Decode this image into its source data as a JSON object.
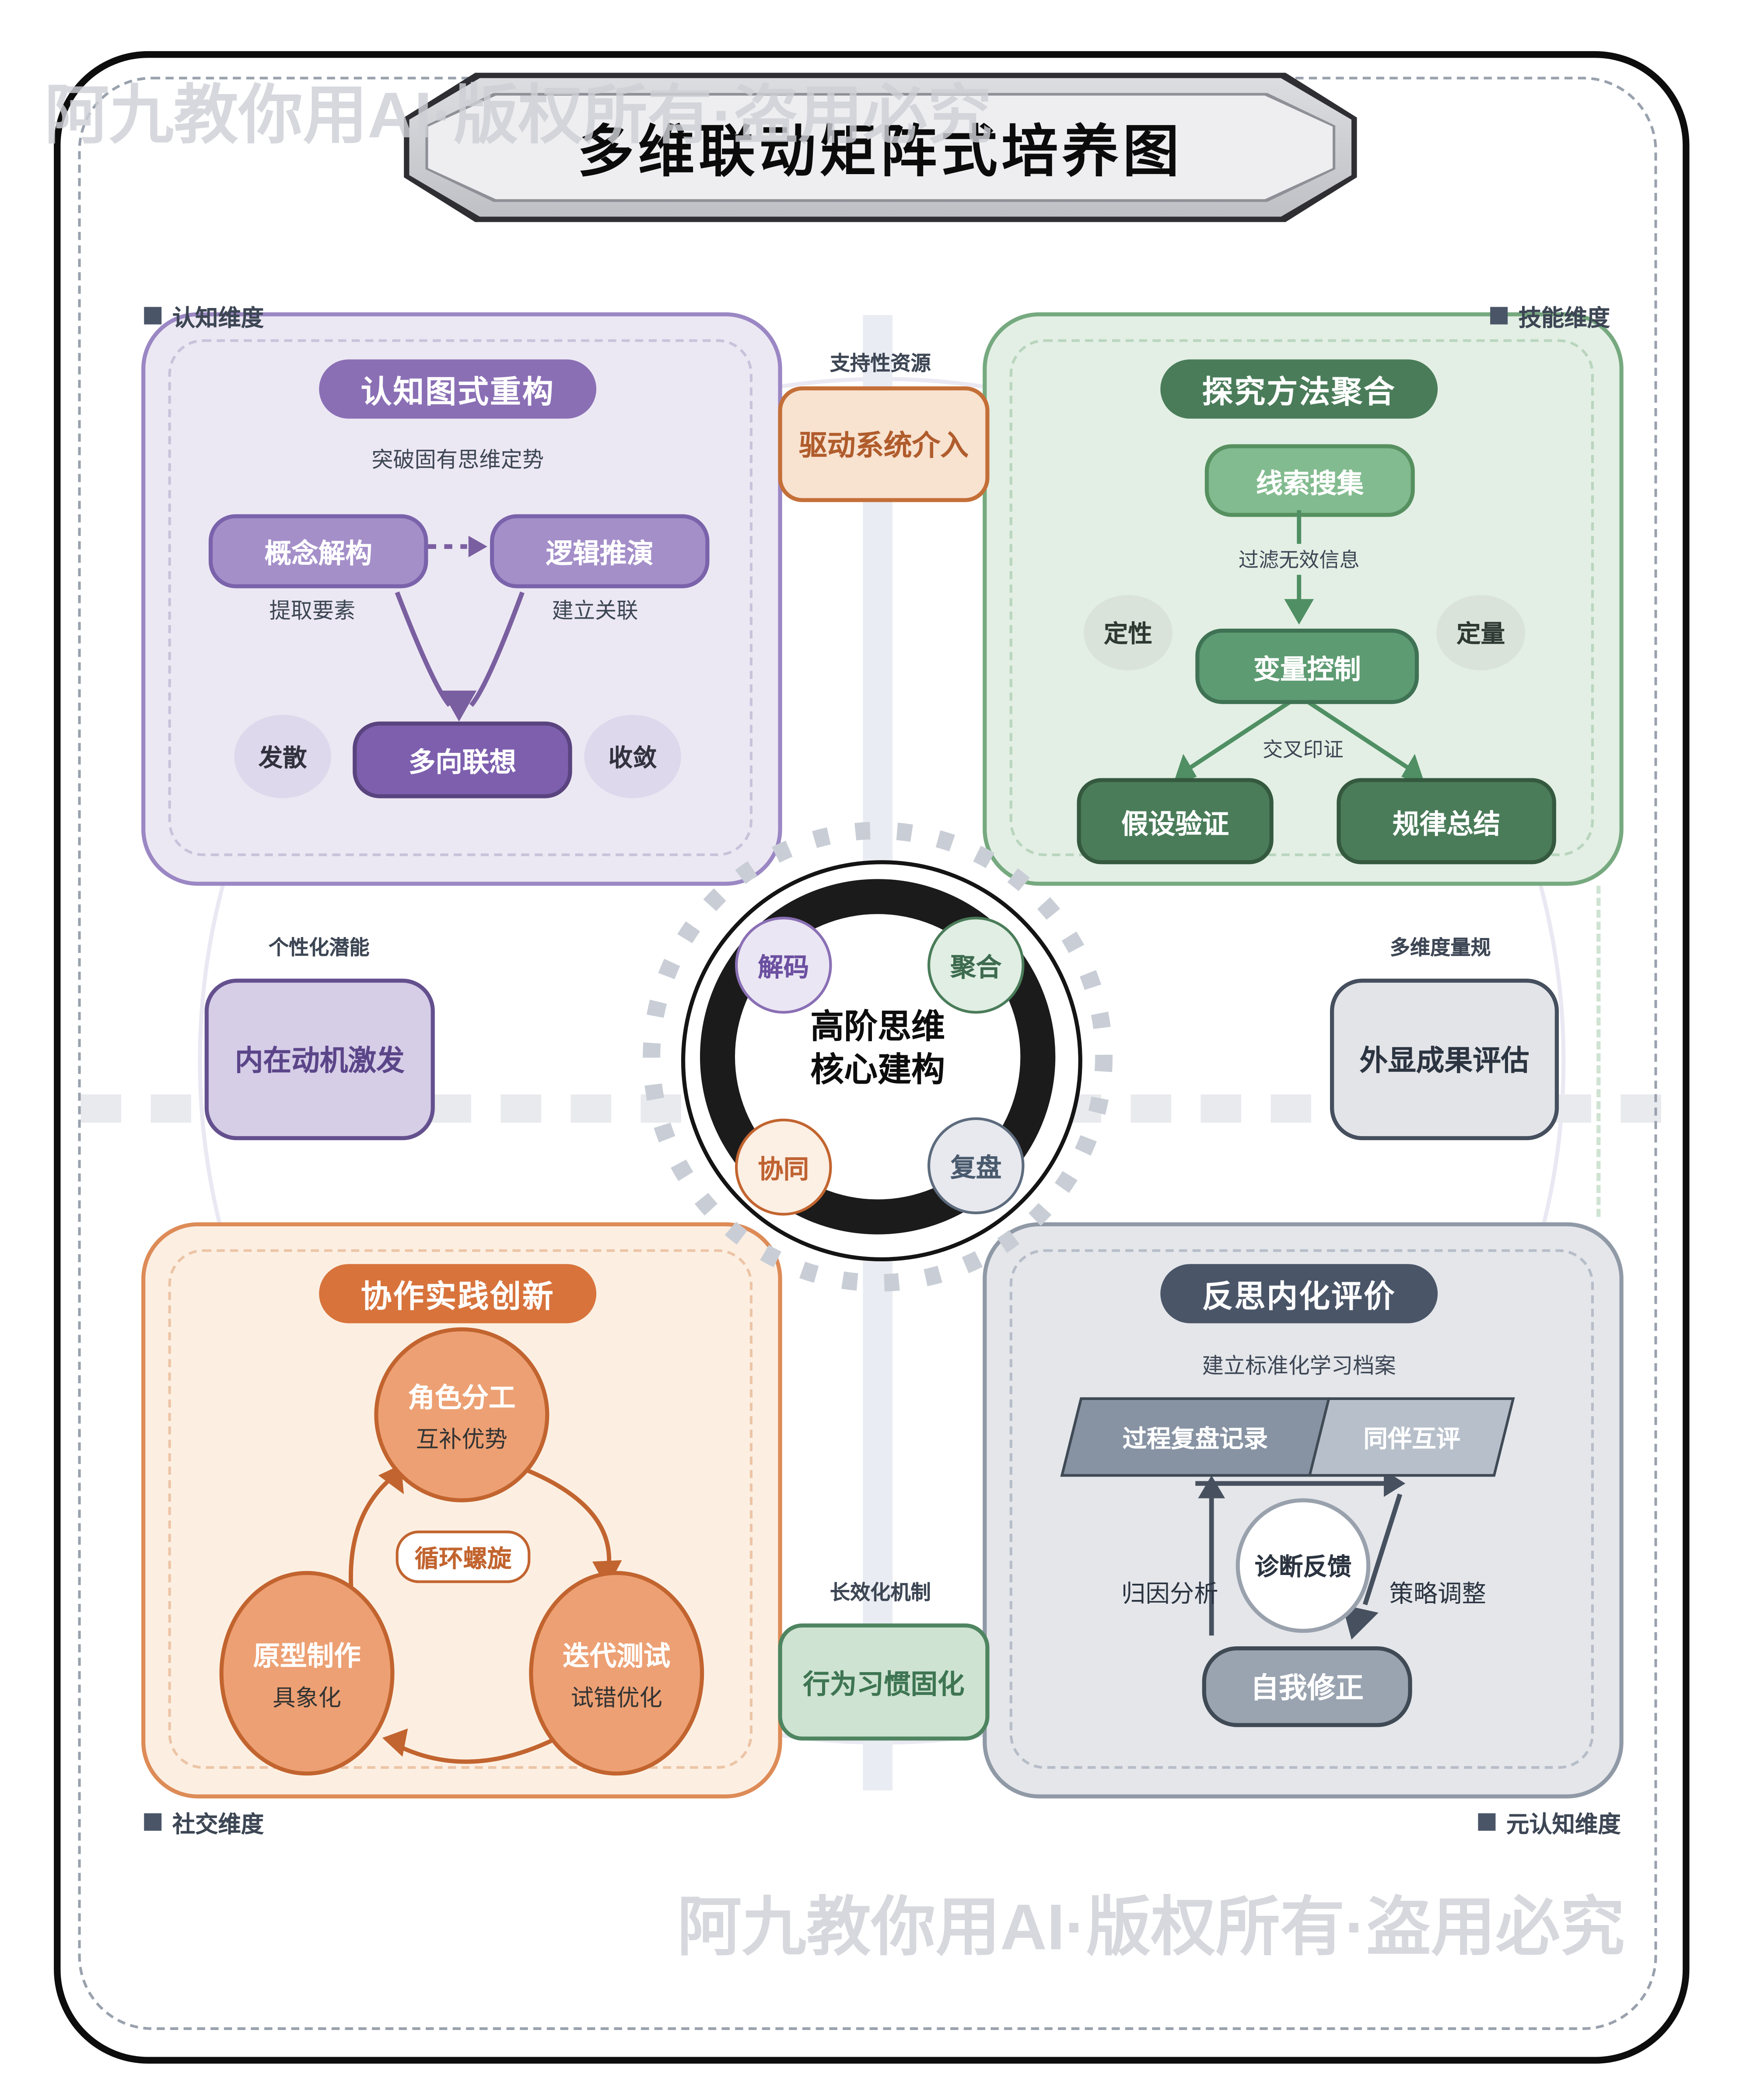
{
  "title": "多维联动矩阵式培养图",
  "watermark": "阿九教你用AI·版权所有·盗用必究",
  "dimensions": {
    "top_left": "认知维度",
    "top_right": "技能维度",
    "bottom_left": "社交维度",
    "bottom_right": "元认知维度"
  },
  "center": {
    "line1": "高阶思维",
    "line2": "核心建构",
    "satellites": [
      {
        "label": "解码"
      },
      {
        "label": "聚合"
      },
      {
        "label": "协同"
      },
      {
        "label": "复盘"
      }
    ]
  },
  "middle": {
    "top_label": "支持性资源",
    "top_box": "驱动系统介入",
    "left_label": "个性化潜能",
    "left_box": "内在动机激发",
    "right_label": "多维度量规",
    "right_box": "外显成果评估",
    "bottom_label": "长效化机制",
    "bottom_box": "行为习惯固化"
  },
  "quadrants": {
    "cognitive": {
      "header": "认知图式重构",
      "subtitle": "突破固有思维定势",
      "node1": "概念解构",
      "node2": "逻辑推演",
      "note1": "提取要素",
      "note2": "建立关联",
      "ellipse1": "发散",
      "ellipse2": "收敛",
      "node3": "多向联想"
    },
    "skill": {
      "header": "探究方法聚合",
      "node1": "线索搜集",
      "edge1": "过滤无效信息",
      "ellipse1": "定性",
      "ellipse2": "定量",
      "node2": "变量控制",
      "edge2": "交叉印证",
      "node3": "假设验证",
      "node4": "规律总结"
    },
    "social": {
      "header": "协作实践创新",
      "circle1_title": "角色分工",
      "circle1_sub": "互补优势",
      "badge": "循环螺旋",
      "circle2_title": "原型制作",
      "circle2_sub": "具象化",
      "circle3_title": "迭代测试",
      "circle3_sub": "试错优化"
    },
    "meta": {
      "header": "反思内化评价",
      "subtitle": "建立标准化学习档案",
      "par1": "过程复盘记录",
      "par2": "同伴互评",
      "circle": "诊断反馈",
      "left_note": "归因分析",
      "right_note": "策略调整",
      "pill": "自我修正"
    }
  },
  "colors": {
    "purple_bg": "#ece8f3",
    "purple_border": "#9b87c4",
    "purple_badge": "#8a6fb5",
    "purple_node": "#a48fc9",
    "purple_node_border": "#7a63ab",
    "purple_deep": "#7d5fae",
    "purple_deep_border": "#5a447f",
    "purple_arrow": "#7a5fa0",
    "purple_ellipse": "#ded8ec",
    "purple_box_bg": "#d6cde7",
    "purple_box_border": "#64508e",
    "purple_box_text": "#5b4589",
    "green_bg": "#e3efe4",
    "green_border": "#76a97f",
    "green_badge": "#4a7c59",
    "green_node": "#82bb8f",
    "green_node_border": "#579060",
    "green_mid": "#5d9b72",
    "green_mid_border": "#3f7254",
    "green_deep_border": "#35593f",
    "green_arrow": "#4f8f63",
    "green_ellipse": "#d9e3da",
    "green_box_bg": "#cfe3d2",
    "green_box_border": "#4e8560",
    "green_box_text": "#3e7552",
    "orange_bg": "#fcefe2",
    "orange_border": "#dd8b57",
    "orange_badge": "#d8733c",
    "orange_circle": "#eda073",
    "orange_circle_border": "#c2642f",
    "orange_support_bg": "#f8e2d0",
    "orange_support_border": "#c46f38",
    "orange_support_text": "#b05c2c",
    "gray_bg": "#e4e6ea",
    "gray_border": "#9099a6",
    "slate": "#4a5568",
    "slate_dark": "#3f4a55",
    "par1": "#8793a3",
    "par2": "#b7bfca",
    "gray_pill": "#9aa3b0",
    "label": "#3d4654",
    "watermark": "#ced0d6",
    "ring_dash": "#c9ced6",
    "axis": "#e9ecf2",
    "squares": "#e8eaee",
    "frame_dash": "#99a1ad",
    "ghost": "#eae8f2"
  }
}
